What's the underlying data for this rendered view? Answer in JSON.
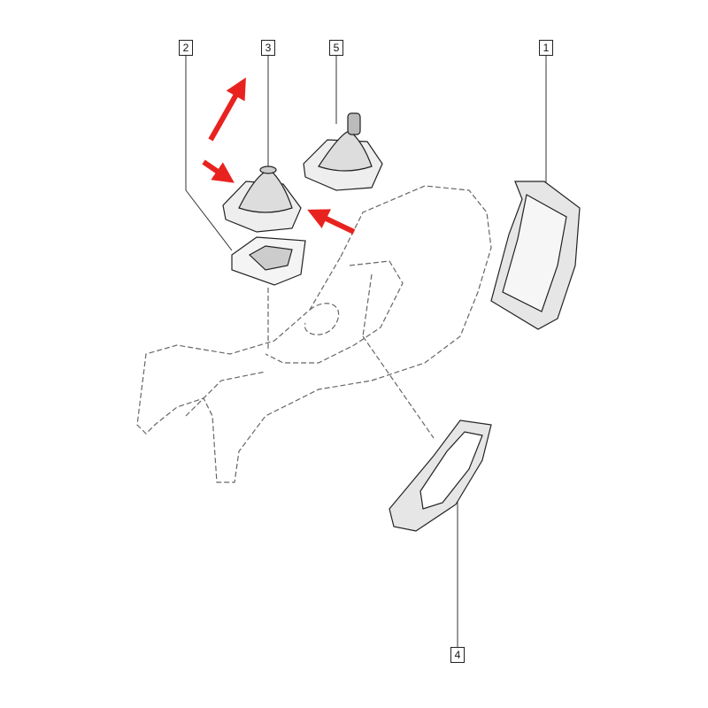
{
  "diagram": {
    "callouts": [
      {
        "id": "2",
        "part": "gear-shift-surround"
      },
      {
        "id": "3",
        "part": "gear-boot-a"
      },
      {
        "id": "5",
        "part": "gear-boot-with-knob"
      },
      {
        "id": "1",
        "part": "side-console-panel"
      },
      {
        "id": "4",
        "part": "trim-strip"
      }
    ],
    "arrow_color": "#e8231f",
    "line_color": "#333333"
  }
}
